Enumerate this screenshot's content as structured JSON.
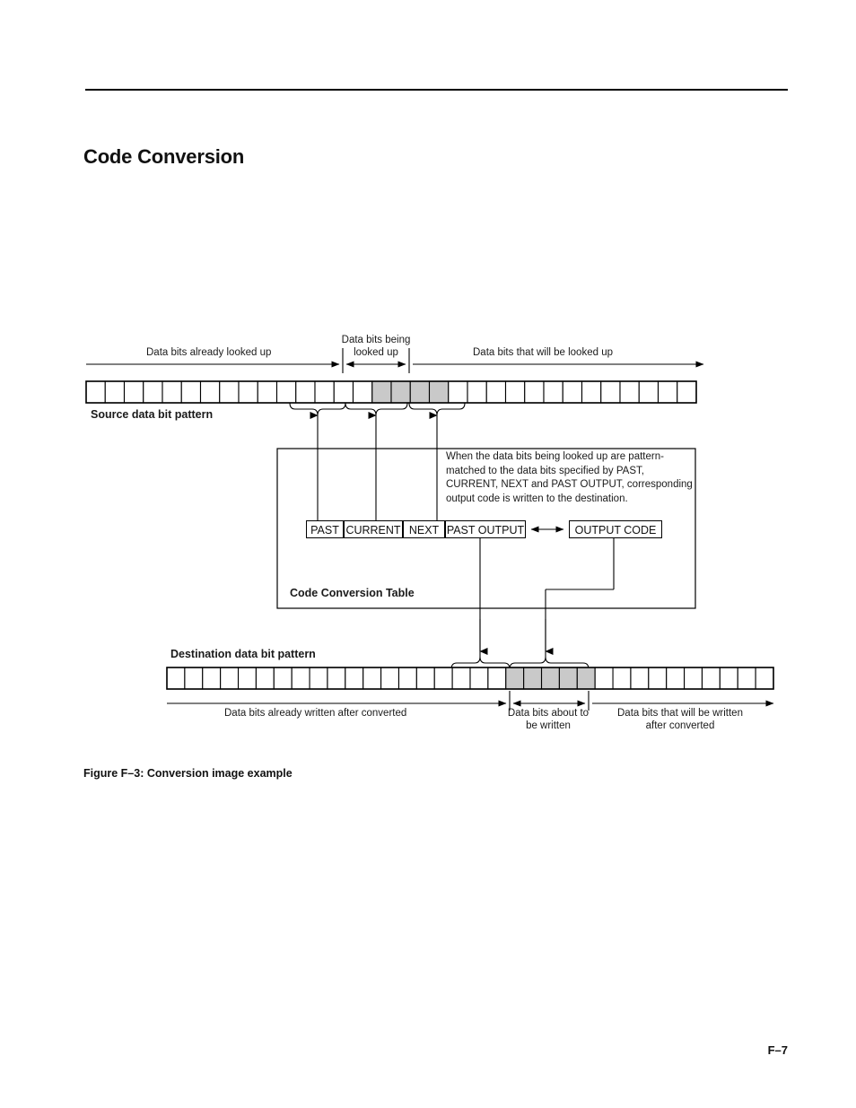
{
  "document": {
    "title": "Code Conversion",
    "page_number": "F–7",
    "figure_caption": "Figure F–3: Conversion image example"
  },
  "figure": {
    "top_band": {
      "left_label": "Data bits already looked up",
      "center_label_line1": "Data bits being",
      "center_label_line2": "looked up",
      "right_label": "Data bits that will be looked up"
    },
    "source_row": {
      "caption": "Source data bit pattern",
      "total_cells": 32,
      "highlight_start_index": 15,
      "highlight_count": 4,
      "highlight_color": "#c9c9c9"
    },
    "destination_row": {
      "caption": "Destination data bit pattern",
      "total_cells": 34,
      "highlight_start_index": 19,
      "highlight_count": 5,
      "highlight_color": "#c9c9c9"
    },
    "conversion_box": {
      "label": "Code Conversion Table",
      "explanation": "When the data bits being looked up are pattern-matched to the data bits specified by PAST, CURRENT, NEXT and PAST OUTPUT, corresponding output code is written to the destination.",
      "fields": [
        {
          "id": "past",
          "label": "PAST"
        },
        {
          "id": "current",
          "label": "CURRENT"
        },
        {
          "id": "next",
          "label": "NEXT"
        },
        {
          "id": "past_output",
          "label": "PAST OUTPUT"
        },
        {
          "id": "output_code",
          "label": "OUTPUT CODE"
        }
      ]
    },
    "bottom_band": {
      "left_label": "Data bits already written after converted",
      "center_label_line1": "Data bits about to",
      "center_label_line2": "be written",
      "right_label_line1": "Data bits that will be written",
      "right_label_line2": "after converted"
    }
  }
}
